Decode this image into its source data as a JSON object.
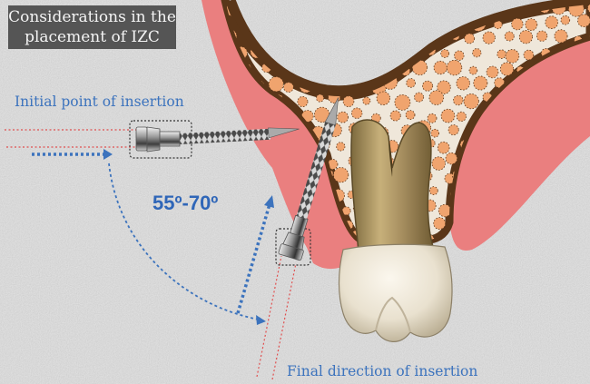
{
  "title": {
    "line1": "Considerations in the",
    "line2": "placement of IZC"
  },
  "labels": {
    "initial": "Initial point of insertion",
    "final": "Final direction of insertion",
    "angle": "55º-70º"
  },
  "colors": {
    "annotation_blue": "#3c73bd",
    "gum_pink": "#ea7f7f",
    "bone_outline": "#5a3619",
    "trabecular_dot": "#f0a46e",
    "guide_red": "#e05050",
    "title_bg": "#555555"
  }
}
